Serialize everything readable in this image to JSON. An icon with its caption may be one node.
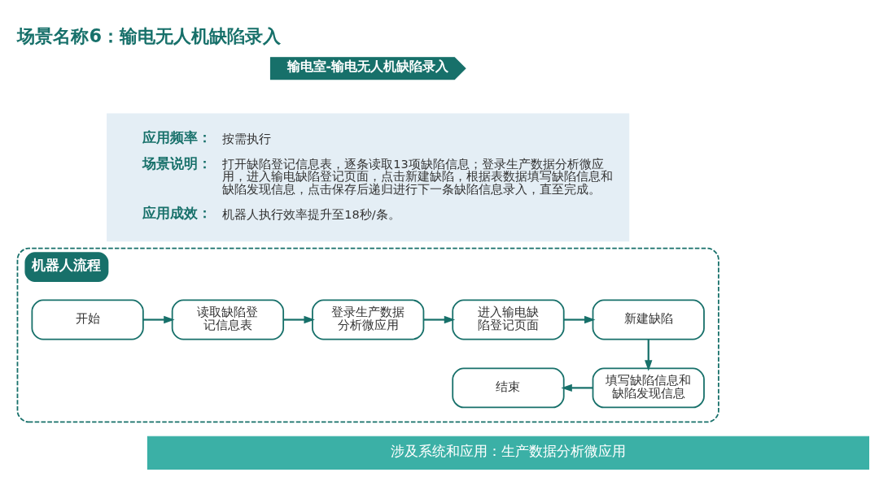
{
  "diagram": {
    "title": "场景名称6：输电无人机缺陷录入",
    "nodes": [
      {
        "text": [
          "输电室-输电无人机缺陷录入"
        ]
      },
      {
        "text": [
          "应用频率：",
          "按需执行",
          "场景说明：",
          "打开缺陷登记信息表，逐条读取13项缺陷信息；登录生产数据分析微应用，进入输电缺陷登记页面，点击新建缺陷，根据表数据填写缺陷信息和缺陷发现信息，点击保存后递归进行下一条缺陷信息录入，直至完成。",
          "应用成效：",
          "机器人执行效率提升至18秒/条。"
        ]
      },
      {
        "text": [
          "机器人流程"
        ]
      },
      {
        "text": [
          "开始"
        ],
        "in": 2
      },
      {
        "text": [
          "读取缺陷登记信息表"
        ],
        "in": 2
      },
      {
        "text": [
          "登录生产数据分析微应用"
        ],
        "in": 2
      },
      {
        "text": [
          "进入输电缺陷登记页面"
        ],
        "in": 2
      },
      {
        "text": [
          "新建缺陷"
        ],
        "in": 2
      },
      {
        "text": [
          "填写缺陷信息和缺陷发现信息"
        ],
        "in": 2
      },
      {
        "text": [
          "结束"
        ],
        "in": 2
      },
      {
        "text": [
          "涉及系统和应用：生产数据分析微应用"
        ]
      }
    ],
    "edges": [
      {
        "from": 3,
        "to": 4,
        "arrow": "to"
      },
      {
        "from": 4,
        "to": 5,
        "arrow": "to"
      },
      {
        "from": 5,
        "to": 6,
        "arrow": "to"
      },
      {
        "from": 6,
        "to": 7,
        "arrow": "to"
      },
      {
        "from": 7,
        "to": 8,
        "arrow": "to"
      },
      {
        "from": 8,
        "to": 9,
        "arrow": "to"
      }
    ]
  }
}
